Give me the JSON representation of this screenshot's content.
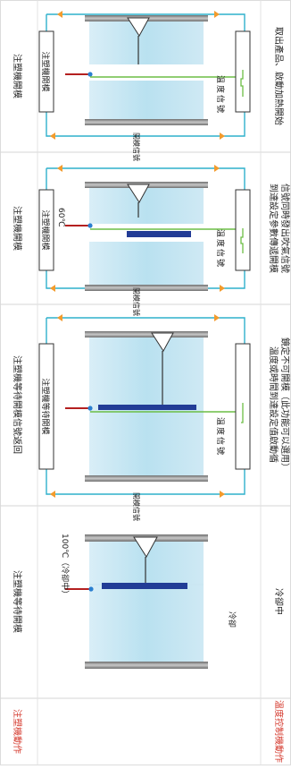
{
  "rows": {
    "header_label": "注塑機動作",
    "footer_label": "溫度控制機動作"
  },
  "columns": [
    {
      "top": "注塑機等待開模",
      "bottom": "冷卻中",
      "temp_label": "100℃（冷卻中）",
      "cooling_label": "冷卻"
    },
    {
      "top": "注塑機等待開模信號返回",
      "bottom_lines": [
        "溫度或時間到達設定值啟動循",
        "鏡定不可開模（此功能可以選用）"
      ],
      "mold_box": "注塑機等待開模",
      "signal_vert": "溫度信號",
      "bottom_signal": "開模信號"
    },
    {
      "top": "注塑機開模",
      "bottom_lines": [
        "到達設定參數傳遞開模",
        "信號同時發出吹氣信號"
      ],
      "mold_box": "注塑機開模",
      "temp_label": "60℃",
      "signal_vert": "溫度信號",
      "bottom_signal": "開模信號"
    },
    {
      "top": "注塑機開模",
      "bottom": "取出產品、啟動加熱開始",
      "mold_box": "注塑機開模",
      "signal_vert": "溫度信號",
      "bottom_signal": "開模信號"
    }
  ]
}
